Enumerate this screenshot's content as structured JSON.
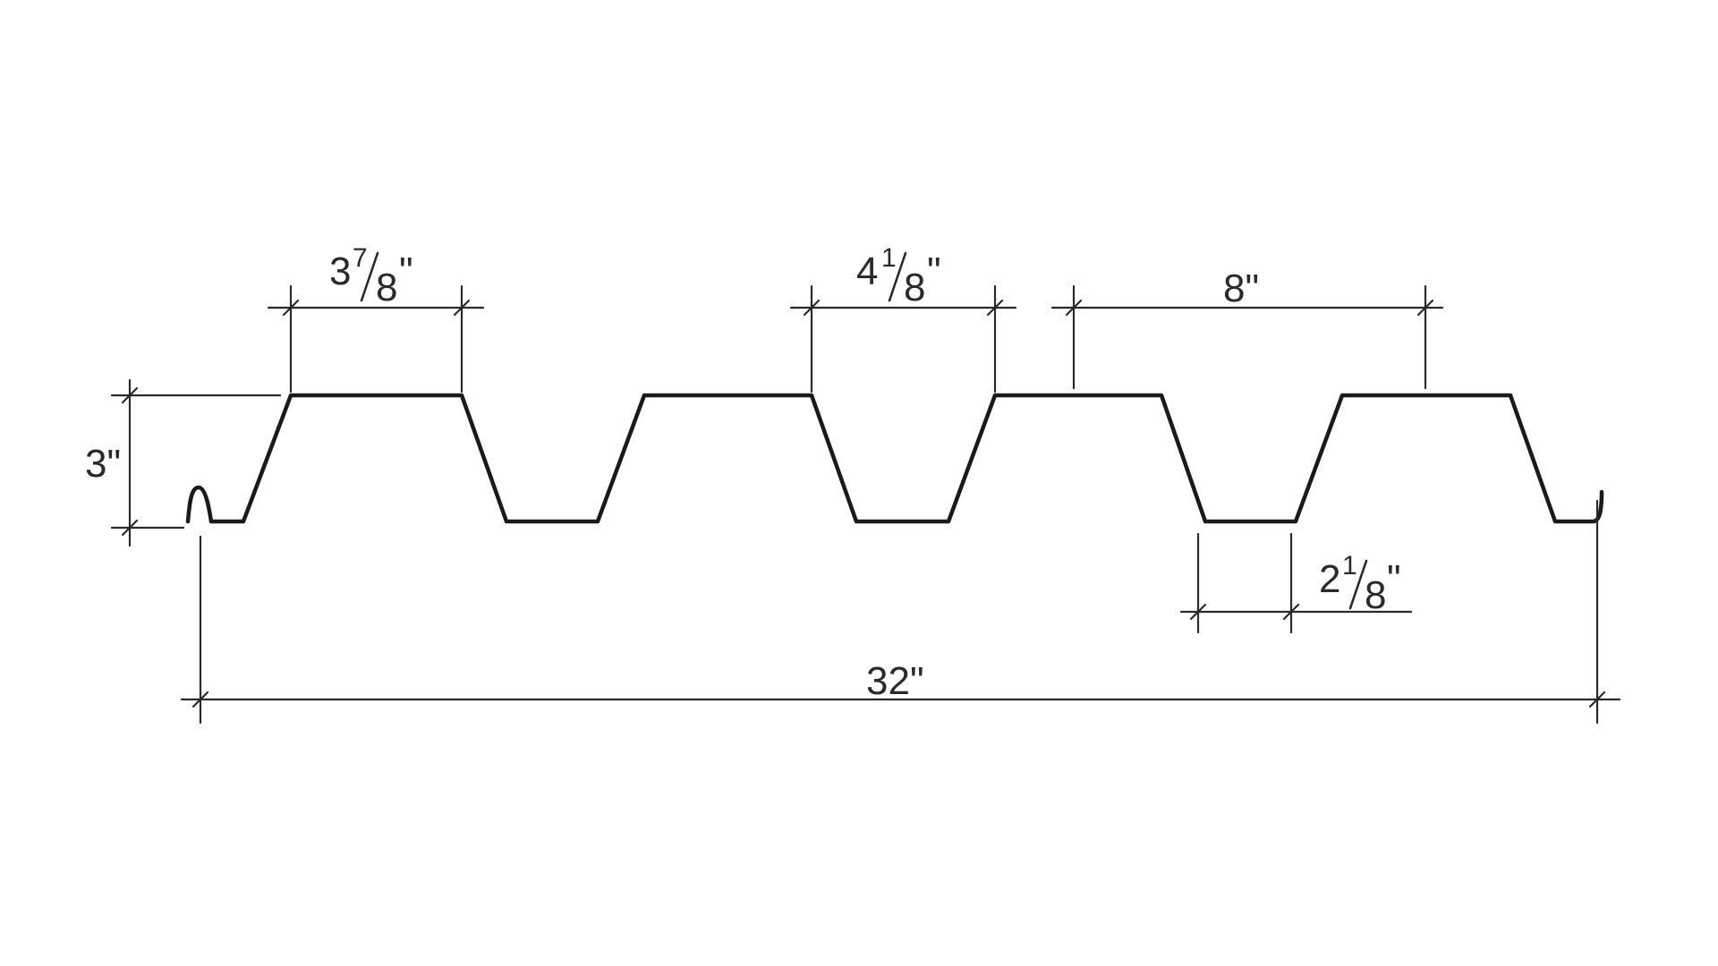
{
  "diagram": {
    "dimensions": {
      "rib_top_width": {
        "whole": "3",
        "num": "7",
        "den": "8",
        "unit": "\""
      },
      "rib_top_flat": {
        "whole": "4",
        "num": "1",
        "den": "8",
        "unit": "\""
      },
      "rib_pitch": "8\"",
      "depth": "3\"",
      "rib_bottom_width": {
        "whole": "2",
        "num": "1",
        "den": "8",
        "unit": "\""
      },
      "coverage_width": "32\""
    }
  }
}
